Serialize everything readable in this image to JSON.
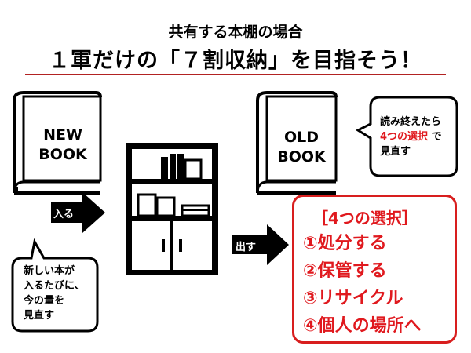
{
  "title": {
    "line1": "共有する本棚の場合",
    "line2": "１軍だけの「７割収納」を目指そう！"
  },
  "new_book": {
    "line1": "NEW",
    "line2": "BOOK"
  },
  "old_book": {
    "line1": "OLD",
    "line2": "BOOK"
  },
  "arrow_in": {
    "label": "入る"
  },
  "arrow_out": {
    "label": "出す"
  },
  "bubble_left": {
    "line1": "新しい本が",
    "line2": "入るたびに、",
    "line3": "今の量を",
    "line4": "見直す"
  },
  "bubble_right": {
    "line1": "読み終えたら",
    "highlight": "4つの選択",
    "suffix": " で",
    "line3": "見直す"
  },
  "selection": {
    "heading": "［4つの選択］",
    "items": [
      "①処分する",
      "②保管する",
      "③リサイクル",
      "④個人の場所へ"
    ]
  },
  "colors": {
    "accent": "#e0191e",
    "rule": "#b22222",
    "ink": "#000000"
  }
}
